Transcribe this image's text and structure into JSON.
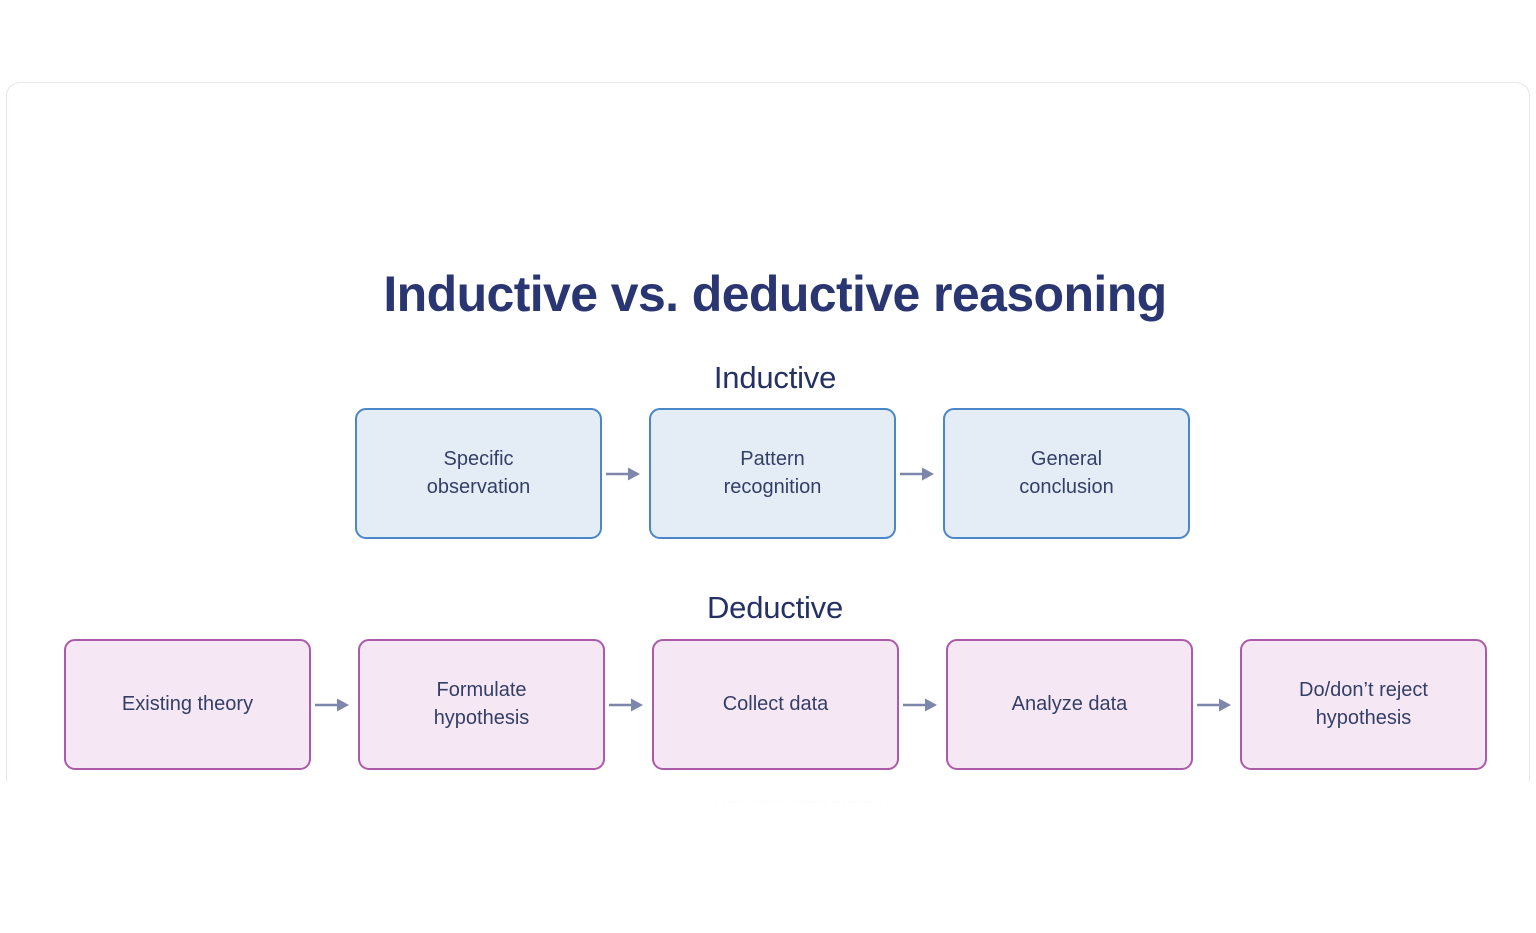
{
  "diagram": {
    "title": "Inductive vs. deductive reasoning",
    "colors": {
      "title_text": "#2a3672",
      "heading_text": "#253064",
      "box_text": "#343f68",
      "inductive_fill": "#e4ecf6",
      "inductive_border": "#4a86c8",
      "deductive_fill": "#f5e7f3",
      "deductive_border": "#ab5ba8",
      "arrow": "#7d86ab",
      "card_border": "#e6e7f0",
      "background": "#ffffff"
    },
    "sections": [
      {
        "heading": "Inductive",
        "style": "blue",
        "steps": [
          {
            "label": "Specific\nobservation"
          },
          {
            "label": "Pattern\nrecognition"
          },
          {
            "label": "General\nconclusion"
          }
        ]
      },
      {
        "heading": "Deductive",
        "style": "pink",
        "steps": [
          {
            "label": "Existing theory"
          },
          {
            "label": "Formulate\nhypothesis"
          },
          {
            "label": "Collect data"
          },
          {
            "label": "Analyze data"
          },
          {
            "label": "Do/don’t reject\nhypothesis"
          }
        ]
      }
    ],
    "watermark": "·  · ·· · ··· ·· · · ··· ····· · ·· · ··· ·· ·· ·"
  }
}
